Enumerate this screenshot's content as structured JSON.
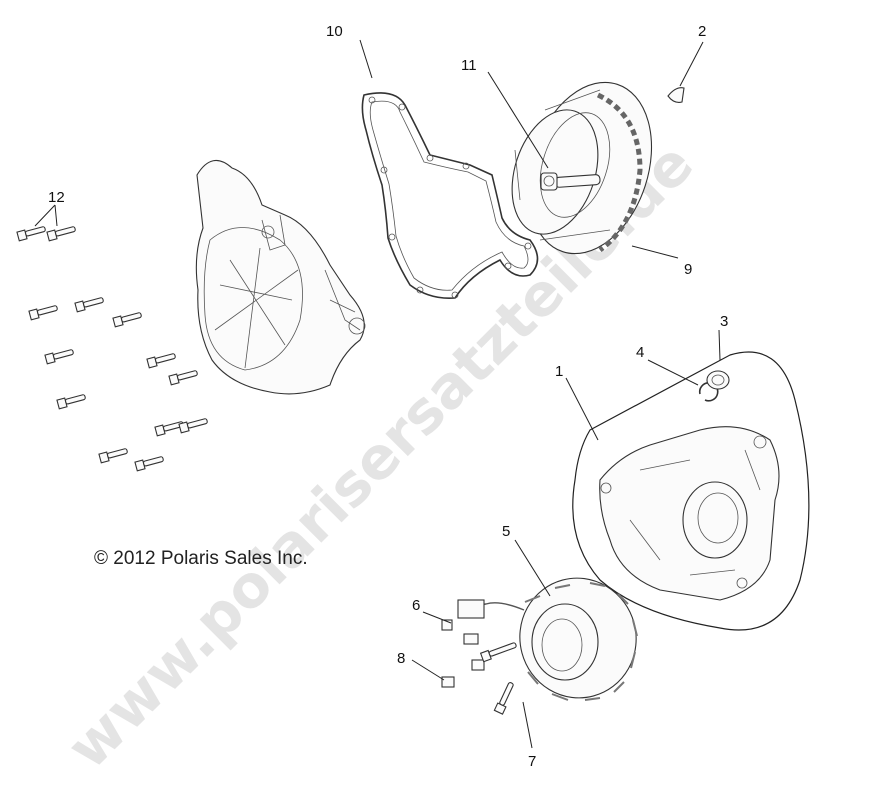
{
  "copyright": "© 2012 Polaris Sales Inc.",
  "watermark": "www.polarisersatzteile.de",
  "callouts": {
    "c1": "1",
    "c2": "2",
    "c3": "3",
    "c4": "4",
    "c5": "5",
    "c6": "6",
    "c7": "7",
    "c8": "8",
    "c9": "9",
    "c10": "10",
    "c11": "11",
    "c12": "12"
  }
}
